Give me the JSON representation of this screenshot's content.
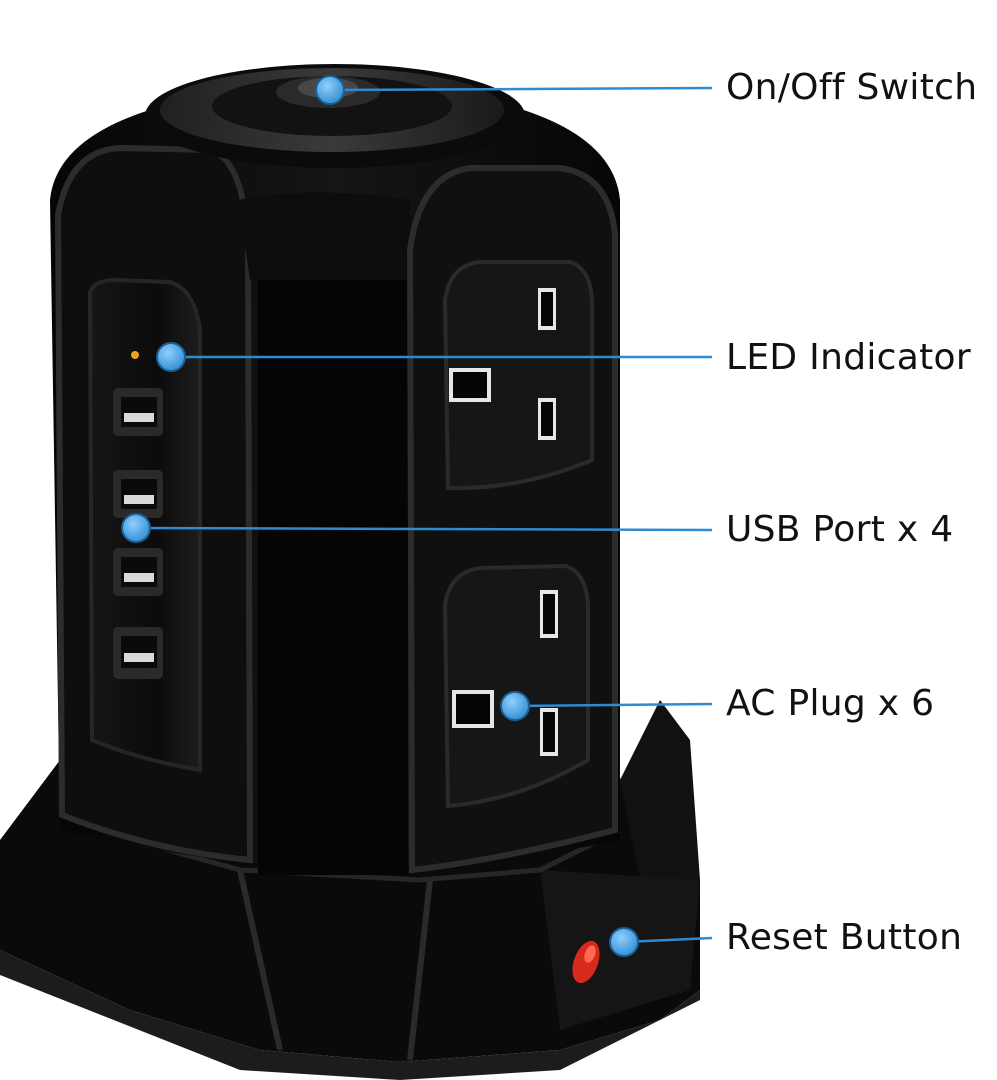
{
  "callouts": {
    "switch": {
      "label": "On/Off Switch"
    },
    "led": {
      "label": "LED Indicator"
    },
    "usb": {
      "label": "USB Port x 4"
    },
    "ac": {
      "label": "AC Plug x 6"
    },
    "reset": {
      "label": "Reset Button"
    }
  },
  "colors": {
    "background": "#ffffff",
    "body": "#0c0c0c",
    "trim": "#2b2b2b",
    "callout_line": "#2f8bd0",
    "callout_dot": "#4aa3e6",
    "led": "#f3a21b",
    "reset_button": "#d8291c"
  },
  "icons": {
    "power_tower": "power-tower-illustration",
    "usb_port": "usb-port-icon",
    "uk_socket": "uk-socket-icon"
  }
}
